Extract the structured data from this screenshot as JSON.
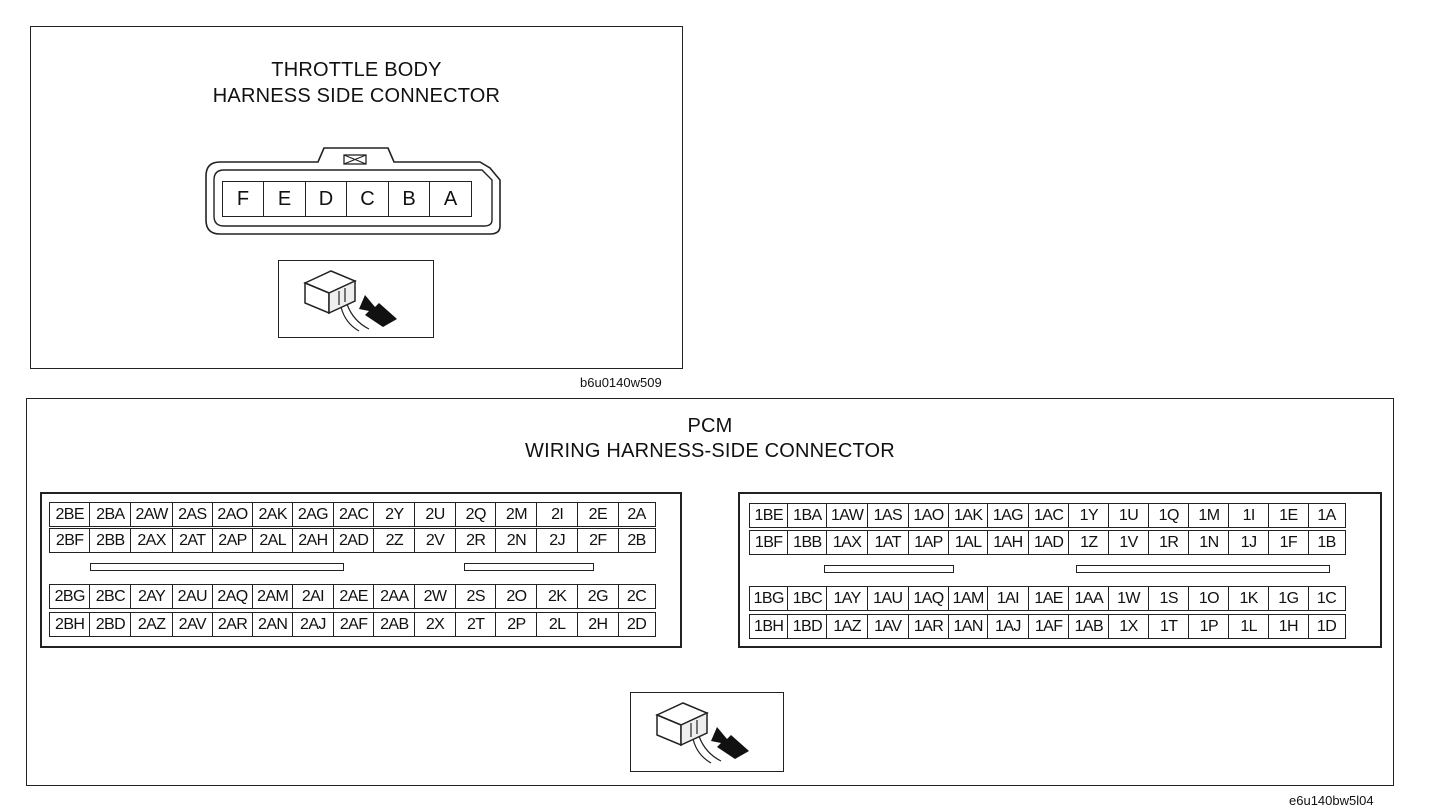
{
  "throttle": {
    "title_line1": "THROTTLE BODY",
    "title_line2": "HARNESS SIDE CONNECTOR",
    "pins": [
      "F",
      "E",
      "D",
      "C",
      "B",
      "A"
    ],
    "code": "b6u0140w509"
  },
  "pcm": {
    "title_line1": "PCM",
    "title_line2": "WIRING HARNESS-SIDE CONNECTOR",
    "code": "e6u140bw5l04",
    "left_top_row1": [
      "2BE",
      "2BA",
      "2AW",
      "2AS",
      "2AO",
      "2AK",
      "2AG",
      "2AC",
      "2Y",
      "2U",
      "2Q",
      "2M",
      "2I",
      "2E",
      "2A"
    ],
    "left_top_row2": [
      "2BF",
      "2BB",
      "2AX",
      "2AT",
      "2AP",
      "2AL",
      "2AH",
      "2AD",
      "2Z",
      "2V",
      "2R",
      "2N",
      "2J",
      "2F",
      "2B"
    ],
    "left_bottom_row1": [
      "2BG",
      "2BC",
      "2AY",
      "2AU",
      "2AQ",
      "2AM",
      "2AI",
      "2AE",
      "2AA",
      "2W",
      "2S",
      "2O",
      "2K",
      "2G",
      "2C"
    ],
    "left_bottom_row2": [
      "2BH",
      "2BD",
      "2AZ",
      "2AV",
      "2AR",
      "2AN",
      "2AJ",
      "2AF",
      "2AB",
      "2X",
      "2T",
      "2P",
      "2L",
      "2H",
      "2D"
    ],
    "right_top_row1": [
      "1BE",
      "1BA",
      "1AW",
      "1AS",
      "1AO",
      "1AK",
      "1AG",
      "1AC",
      "1Y",
      "1U",
      "1Q",
      "1M",
      "1I",
      "1E",
      "1A"
    ],
    "right_top_row2": [
      "1BF",
      "1BB",
      "1AX",
      "1AT",
      "1AP",
      "1AL",
      "1AH",
      "1AD",
      "1Z",
      "1V",
      "1R",
      "1N",
      "1J",
      "1F",
      "1B"
    ],
    "right_bottom_row1": [
      "1BG",
      "1BC",
      "1AY",
      "1AU",
      "1AQ",
      "1AM",
      "1AI",
      "1AE",
      "1AA",
      "1W",
      "1S",
      "1O",
      "1K",
      "1G",
      "1C"
    ],
    "right_bottom_row2": [
      "1BH",
      "1BD",
      "1AZ",
      "1AV",
      "1AR",
      "1AN",
      "1AJ",
      "1AF",
      "1AB",
      "1X",
      "1T",
      "1P",
      "1L",
      "1H",
      "1D"
    ]
  }
}
